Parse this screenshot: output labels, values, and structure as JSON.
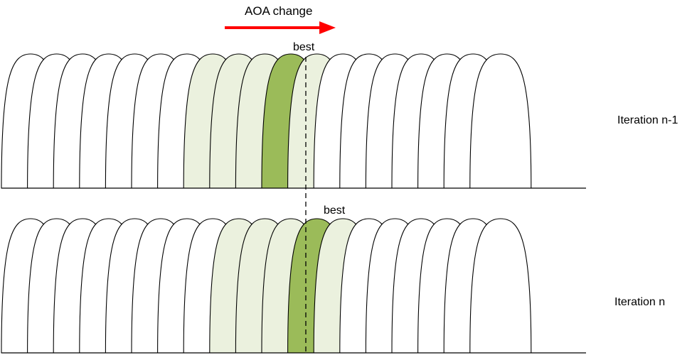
{
  "annotation": {
    "direction_label": "AOA change",
    "arrow_color": "#ff0000"
  },
  "rows": [
    {
      "label": "Iteration n-1",
      "best_label": "best",
      "beam_count": 19,
      "highlight_beams": [
        7,
        8,
        9,
        11
      ],
      "best_beam": 10
    },
    {
      "label": "Iteration n",
      "best_label": "best",
      "beam_count": 19,
      "highlight_beams": [
        8,
        9,
        10,
        12
      ],
      "best_beam": 11
    }
  ],
  "colors": {
    "beam_fill": "#ffffff",
    "highlight_fill": "#ebf1de",
    "best_fill": "#9bbb59",
    "stroke": "#000000"
  }
}
